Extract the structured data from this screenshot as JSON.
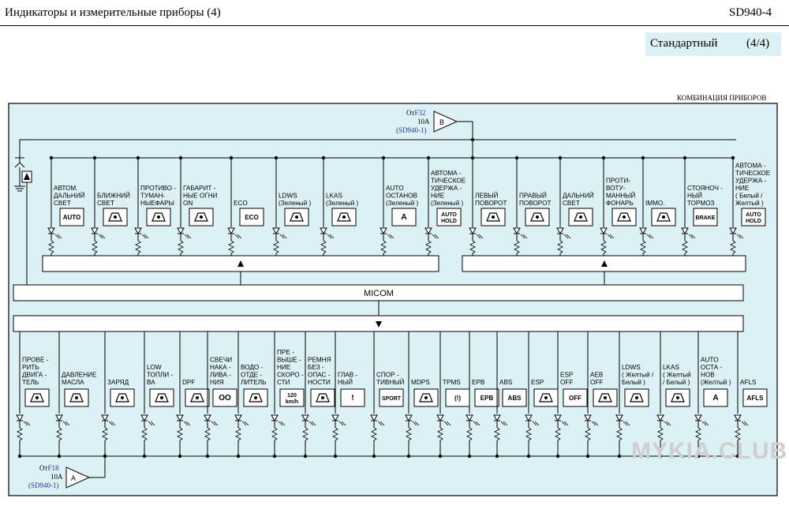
{
  "header": {
    "title": "Индикаторы   и измерительные   приборы  (4)",
    "code": "SD940-4"
  },
  "badge": {
    "label": "Стандартный",
    "page": "(4/4)"
  },
  "box_title": "КОМБИНАЦИЯ  ПРИБОРОВ",
  "micom_label": "MICOM",
  "source_b": {
    "from_label": "От",
    "fuse": "F32",
    "amps": "10A",
    "ref": "(SD940-1)",
    "connector": "B"
  },
  "source_a": {
    "from_label": "От",
    "fuse": "F18",
    "amps": "10A",
    "ref": "(SD940-1)",
    "connector": "A"
  },
  "top_indicators": [
    {
      "label": [
        "АВТОМ.",
        "ДАЛЬНИЙ",
        "СВЕТ"
      ],
      "icon_name": "auto-high-beam-icon",
      "icon_text": "AUTO"
    },
    {
      "label": [
        "БЛИЖНИЙ",
        "СВЕТ"
      ],
      "icon_name": "low-beam-icon",
      "icon_text": ""
    },
    {
      "label": [
        "ПРОТИВО -",
        "ТУМАН-",
        "НЫЕФАРЫ"
      ],
      "icon_name": "front-fog-icon",
      "icon_text": ""
    },
    {
      "label": [
        "ГАБАРИТ -",
        "НЫЕ ОГНИ",
        "ON"
      ],
      "icon_name": "position-lamp-icon",
      "icon_text": ""
    },
    {
      "label": [
        "ECO"
      ],
      "icon_name": "eco-icon",
      "icon_text": "ECO"
    },
    {
      "label": [
        "LDWS",
        "(Зеленый )"
      ],
      "icon_name": "ldws-icon",
      "icon_text": ""
    },
    {
      "label": [
        "LKAS",
        "(Зеленый )"
      ],
      "icon_name": "lkas-icon",
      "icon_text": ""
    },
    {
      "label": [
        "AUTO",
        "ОСТАНОВ",
        "(Зеленый )"
      ],
      "icon_name": "auto-stop-icon",
      "icon_text": "A"
    },
    {
      "label": [
        "АВТОМА -",
        "ТИЧЕСКОЕ",
        "УДЕРЖА -",
        "НИЕ",
        "(Зеленый )"
      ],
      "icon_name": "auto-hold-icon",
      "icon_text": "AUTO HOLD"
    },
    {
      "label": [
        "ЛЕВЫЙ",
        "ПОВОРОТ"
      ],
      "icon_name": "left-turn-icon",
      "icon_text": ""
    },
    {
      "label": [
        "ПРАВЫЙ",
        "ПОВОРОТ"
      ],
      "icon_name": "right-turn-icon",
      "icon_text": ""
    },
    {
      "label": [
        "ДАЛЬНИЙ",
        "СВЕТ"
      ],
      "icon_name": "high-beam-icon",
      "icon_text": ""
    },
    {
      "label": [
        "ПРОТИ-",
        "ВОТУ-",
        "МАННЫЙ",
        "ФОНАРЬ"
      ],
      "icon_name": "rear-fog-icon",
      "icon_text": ""
    },
    {
      "label": [
        "IMMO."
      ],
      "icon_name": "immobilizer-icon",
      "icon_text": ""
    },
    {
      "label": [
        "СТОЯНОЧ -",
        "НЫЙ",
        "ТОРМОЗ"
      ],
      "icon_name": "parking-brake-icon",
      "icon_text": "BRAKE"
    },
    {
      "label": [
        "АВТОМА -",
        "ТИЧЕСКОЕ",
        "УДЕРЖА -",
        "НИЕ",
        "( Белый /",
        "Желтый )"
      ],
      "icon_name": "auto-hold-white-icon",
      "icon_text": "AUTO HOLD"
    }
  ],
  "bottom_indicators": [
    {
      "label": [
        "ПРОВЕ -",
        "РИТЬ",
        "ДВИГА -",
        "ТЕЛЬ"
      ],
      "icon_name": "check-engine-icon",
      "icon_text": ""
    },
    {
      "label": [
        "ДАВЛЕНИЕ",
        "МАСЛА"
      ],
      "icon_name": "oil-pressure-icon",
      "icon_text": ""
    },
    {
      "label": [
        "ЗАРЯД"
      ],
      "icon_name": "battery-charge-icon",
      "icon_text": ""
    },
    {
      "label": [
        "LOW",
        "ТОПЛИ -",
        "ВА"
      ],
      "icon_name": "low-fuel-icon",
      "icon_text": ""
    },
    {
      "label": [
        "DPF"
      ],
      "icon_name": "dpf-icon",
      "icon_text": ""
    },
    {
      "label": [
        "СВЕЧИ",
        "НАКА -",
        "ЛИВА -",
        "НИЯ"
      ],
      "icon_name": "glow-plug-icon",
      "icon_text": "OO"
    },
    {
      "label": [
        "ВОДО -",
        "ОТДЕ -",
        "ЛИТЕЛЬ"
      ],
      "icon_name": "water-separator-icon",
      "icon_text": ""
    },
    {
      "label": [
        "ПРЕ -",
        "ВЫШЕ -",
        "НИЕ",
        "СКОРО -",
        "СТИ"
      ],
      "icon_name": "overspeed-icon",
      "icon_text": "120 km/h"
    },
    {
      "label": [
        "РЕМНЯ",
        "БЕЗ -",
        "ОПАС -",
        "НОСТИ"
      ],
      "icon_name": "seat-belt-icon",
      "icon_text": ""
    },
    {
      "label": [
        "ГЛАВ -",
        "НЫЙ"
      ],
      "icon_name": "master-warning-icon",
      "icon_text": "!"
    },
    {
      "label": [
        "СПОР -",
        "ТИВНЫЙ"
      ],
      "icon_name": "sport-mode-icon",
      "icon_text": "SPORT"
    },
    {
      "label": [
        "MDPS"
      ],
      "icon_name": "mdps-icon",
      "icon_text": ""
    },
    {
      "label": [
        "TPMS"
      ],
      "icon_name": "tpms-icon",
      "icon_text": "(!)"
    },
    {
      "label": [
        "EPB"
      ],
      "icon_name": "epb-icon",
      "icon_text": "EPB"
    },
    {
      "label": [
        "ABS"
      ],
      "icon_name": "abs-icon",
      "icon_text": "ABS"
    },
    {
      "label": [
        "ESP"
      ],
      "icon_name": "esp-icon",
      "icon_text": ""
    },
    {
      "label": [
        "ESP",
        "OFF"
      ],
      "icon_name": "esp-off-icon",
      "icon_text": "OFF"
    },
    {
      "label": [
        "AEB",
        "OFF"
      ],
      "icon_name": "aeb-off-icon",
      "icon_text": ""
    },
    {
      "label": [
        "LDWS",
        "( Желтый /",
        "Белый )"
      ],
      "icon_name": "ldws-yellow-icon",
      "icon_text": ""
    },
    {
      "label": [
        "LKAS",
        "( Желтый",
        "/ Белый )"
      ],
      "icon_name": "lkas-yellow-icon",
      "icon_text": ""
    },
    {
      "label": [
        "AUTO",
        "ОСТА -",
        "НОВ",
        "(Желтый )"
      ],
      "icon_name": "auto-stop-yellow-icon",
      "icon_text": "A"
    },
    {
      "label": [
        "AFLS"
      ],
      "icon_name": "afls-icon",
      "icon_text": "AFLS"
    }
  ],
  "colors": {
    "panel_fill": "#dbf1f5",
    "fuse_text": "#1a3a9c",
    "line": "#000000"
  },
  "watermark": "MYKIA.CLUB"
}
